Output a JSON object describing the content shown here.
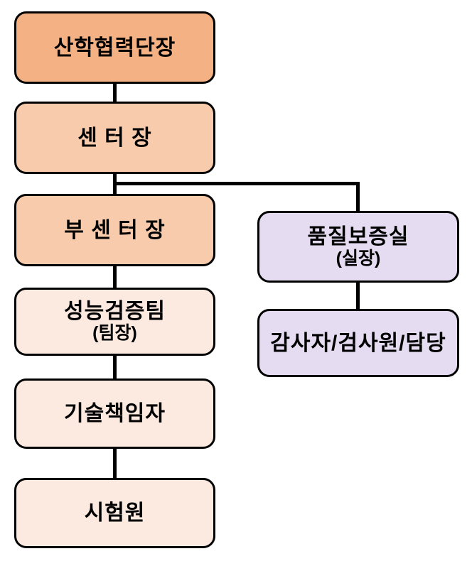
{
  "diagram": {
    "type": "org-chart",
    "nodes": [
      {
        "id": "head-of-industry-cooperation",
        "label": "산학협력단장",
        "fill": "#F4B183"
      },
      {
        "id": "center-director",
        "label": "센 터 장",
        "fill": "#F8CBAD"
      },
      {
        "id": "deputy-center-director",
        "label": "부 센 터 장",
        "fill": "#F8CBAD"
      },
      {
        "id": "performance-verification-team",
        "label": "성능검증팀",
        "sublabel": "(팀장)",
        "fill": "#FCE9E0"
      },
      {
        "id": "technical-manager",
        "label": "기술책임자",
        "fill": "#FCE9E0"
      },
      {
        "id": "tester",
        "label": "시험원",
        "fill": "#FCE9E0"
      },
      {
        "id": "quality-assurance-office",
        "label": "품질보증실",
        "sublabel": "(실장)",
        "fill": "#E6DCF2"
      },
      {
        "id": "auditor-inspector-staff",
        "label": "감사자/검사원/담당",
        "fill": "#E6DCF2"
      }
    ],
    "edges": [
      {
        "from": "산학협력단장",
        "to": "센 터 장"
      },
      {
        "from": "센 터 장",
        "to": "부 센 터 장"
      },
      {
        "from": "센 터 장",
        "to": "품질보증실 (실장)"
      },
      {
        "from": "부 센 터 장",
        "to": "성능검증팀 (팀장)"
      },
      {
        "from": "성능검증팀 (팀장)",
        "to": "기술책임자"
      },
      {
        "from": "기술책임자",
        "to": "시험원"
      },
      {
        "from": "품질보증실 (실장)",
        "to": "감사자/검사원/담당"
      }
    ],
    "colors": {
      "background": "#FFFFFF",
      "border": "#000000",
      "connector": "#000000",
      "level1_fill": "#F4B183",
      "level2_fill": "#F8CBAD",
      "team_fill": "#FCE9E0",
      "qa_fill": "#E6DCF2",
      "text": "#000000"
    }
  }
}
